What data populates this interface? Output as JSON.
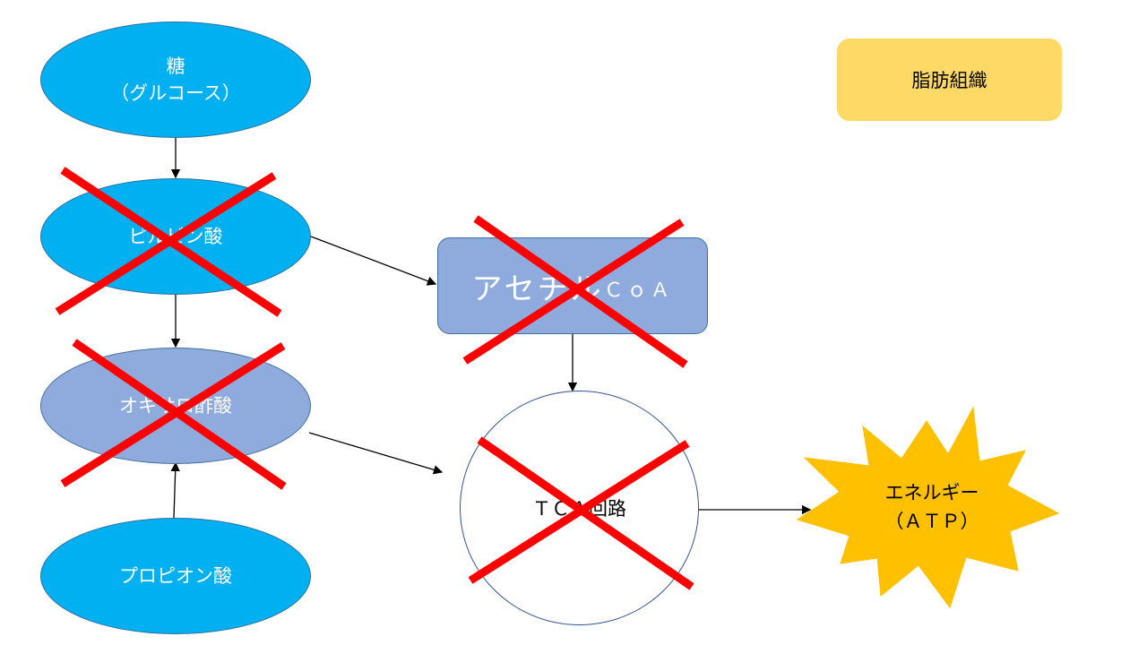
{
  "nodes": {
    "glucose_line1": "糖",
    "glucose_line2": "（グルコース）",
    "pyruvate": "ピルビン酸",
    "oxaloacetate": "オキサロ酢酸",
    "propionate": "プロピオン酸",
    "acetyl_coa_main": "アセチル",
    "acetyl_coa_suffix": "ＣｏＡ",
    "tca": "ＴＣＡ回路",
    "energy_line1": "エネルギー",
    "energy_line2": "（ＡＴＰ）",
    "adipose": "脂肪組織"
  },
  "colors": {
    "blue_node": "#00b0f0",
    "lavender_node": "#8faadc",
    "yellow_box": "#ffd966",
    "star": "#ffc000",
    "cross": "#ff0000"
  }
}
